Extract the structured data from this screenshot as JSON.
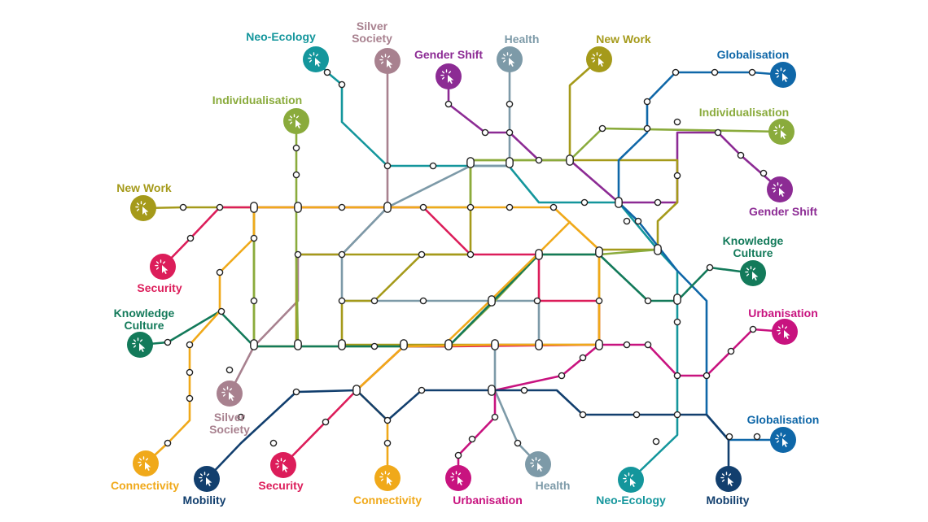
{
  "colors": {
    "neo_ecology": "#14969c",
    "silver_society": "#a8818f",
    "gender_shift": "#8c2b94",
    "health": "#7d9aa8",
    "new_work": "#a59a1a",
    "globalisation": "#0f67a8",
    "individualisation": "#8aab3c",
    "knowledge_culture": "#137a5a",
    "urbanisation": "#c8137f",
    "security": "#dc1d5a",
    "connectivity": "#f0a91a",
    "mobility": "#123f6e"
  },
  "icon": "cursor-click-icon",
  "terminals": [
    {
      "id": "neo-ecology-top",
      "label": "Neo-Ecology",
      "color_key": "neo_ecology"
    },
    {
      "id": "silver-society-top",
      "label": "Silver\nSociety",
      "color_key": "silver_society"
    },
    {
      "id": "gender-shift-top",
      "label": "Gender Shift",
      "color_key": "gender_shift"
    },
    {
      "id": "health-top",
      "label": "Health",
      "color_key": "health"
    },
    {
      "id": "new-work-top",
      "label": "New Work",
      "color_key": "new_work"
    },
    {
      "id": "globalisation-right-top",
      "label": "Globalisation",
      "color_key": "globalisation"
    },
    {
      "id": "individualisation-left",
      "label": "Individualisation",
      "color_key": "individualisation"
    },
    {
      "id": "individualisation-right",
      "label": "Individualisation",
      "color_key": "individualisation"
    },
    {
      "id": "gender-shift-right",
      "label": "Gender Shift",
      "color_key": "gender_shift"
    },
    {
      "id": "new-work-left",
      "label": "New Work",
      "color_key": "new_work"
    },
    {
      "id": "knowledge-culture-right",
      "label": "Knowledge\nCulture",
      "color_key": "knowledge_culture"
    },
    {
      "id": "security-left",
      "label": "Security",
      "color_key": "security"
    },
    {
      "id": "urbanisation-right",
      "label": "Urbanisation",
      "color_key": "urbanisation"
    },
    {
      "id": "knowledge-culture-left",
      "label": "Knowledge\nCulture",
      "color_key": "knowledge_culture"
    },
    {
      "id": "silver-society-bottom",
      "label": "Silver\nSociety",
      "color_key": "silver_society"
    },
    {
      "id": "globalisation-right-bottom",
      "label": "Globalisation",
      "color_key": "globalisation"
    },
    {
      "id": "connectivity-left",
      "label": "Connectivity",
      "color_key": "connectivity"
    },
    {
      "id": "mobility-left",
      "label": "Mobility",
      "color_key": "mobility"
    },
    {
      "id": "security-bottom",
      "label": "Security",
      "color_key": "security"
    },
    {
      "id": "connectivity-bottom",
      "label": "Connectivity",
      "color_key": "connectivity"
    },
    {
      "id": "urbanisation-bottom",
      "label": "Urbanisation",
      "color_key": "urbanisation"
    },
    {
      "id": "health-bottom",
      "label": "Health",
      "color_key": "health"
    },
    {
      "id": "neo-ecology-bottom",
      "label": "Neo-Ecology",
      "color_key": "neo_ecology"
    },
    {
      "id": "mobility-right",
      "label": "Mobility",
      "color_key": "mobility"
    }
  ]
}
